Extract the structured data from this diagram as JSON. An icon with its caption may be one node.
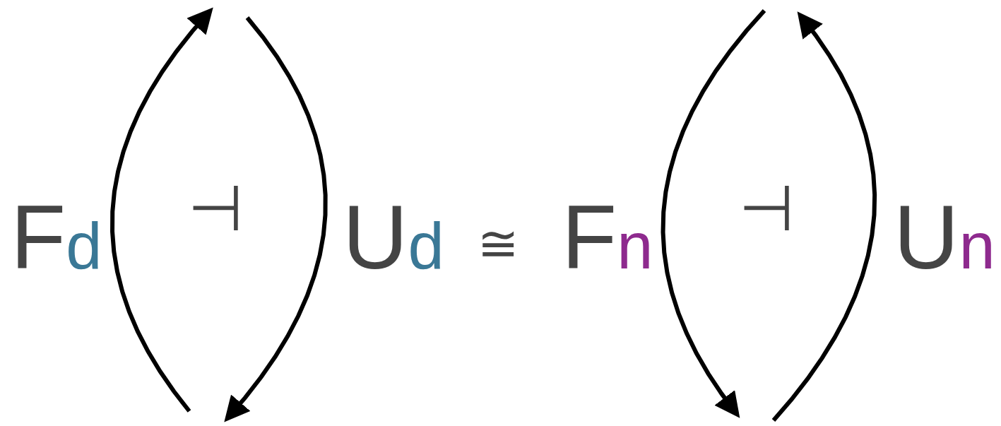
{
  "diagram": {
    "labels": [
      "F$_{d}$",
      "⊣",
      "U$_{d}$",
      "≅",
      "F$_{n}$",
      "⊣",
      "U$_{n}$"
    ]
  }
}
